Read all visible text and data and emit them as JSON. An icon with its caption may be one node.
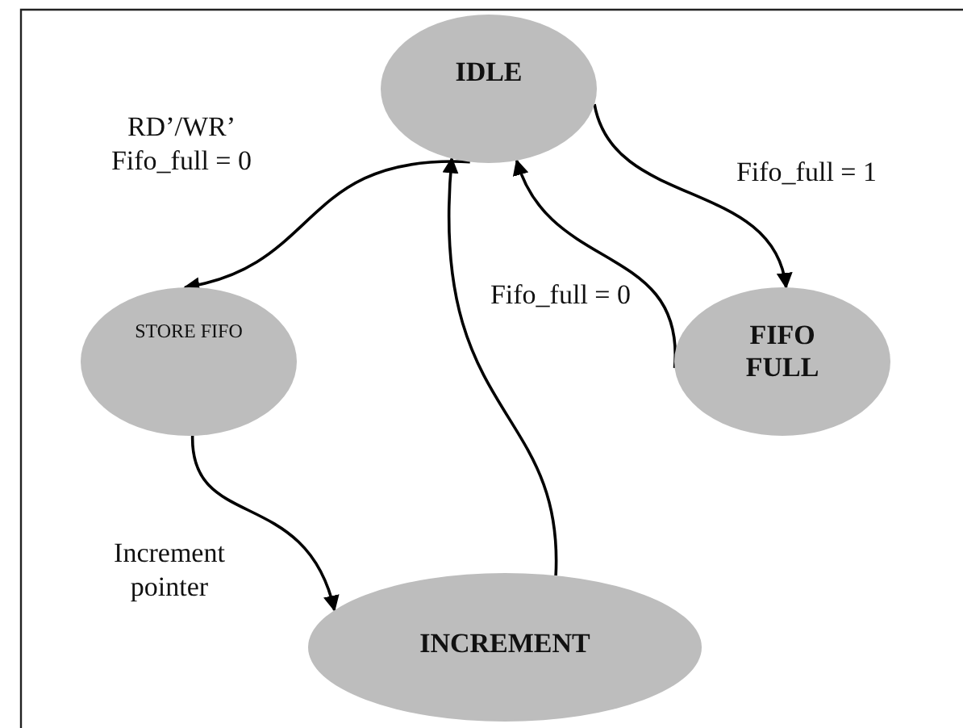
{
  "diagram": {
    "nodes": [
      {
        "text": [
          "IDLE"
        ]
      },
      {
        "text": [
          "STORE FIFO"
        ]
      },
      {
        "text": [
          "FIFO FULL"
        ]
      },
      {
        "text": [
          "INCREMENT"
        ]
      }
    ],
    "edges": [
      {
        "from": 0,
        "to": 1,
        "arrow": "to",
        "label": "RD’/WR’ Fifo_full = 0"
      },
      {
        "from": 0,
        "to": 2,
        "arrow": "to",
        "label": "Fifo_full = 1"
      },
      {
        "from": 2,
        "to": 0,
        "arrow": "to",
        "label": "Fifo_full = 0"
      },
      {
        "from": 1,
        "to": 3,
        "arrow": "to",
        "label": "Increment pointer"
      },
      {
        "from": 3,
        "to": 0,
        "arrow": "to"
      }
    ]
  }
}
